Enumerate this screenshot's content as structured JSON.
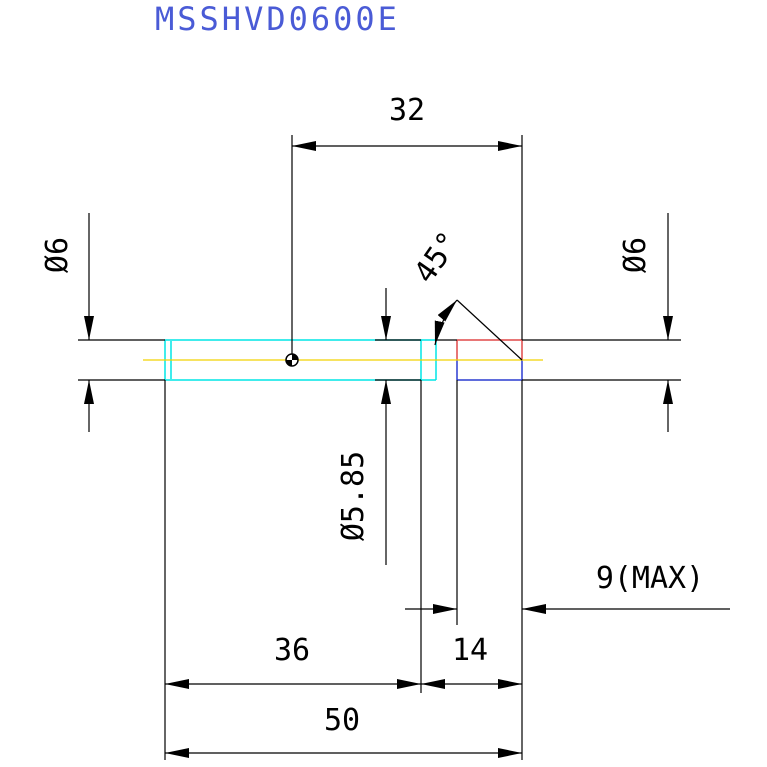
{
  "title": "MSSHVD0600E",
  "dimensions": {
    "top_length": "32",
    "left_diameter": "Ø6",
    "right_diameter": "Ø6",
    "angle": "45°",
    "tip_diameter": "Ø5.85",
    "max_note": "9(MAX)",
    "length_36": "36",
    "length_14": "14",
    "overall_length": "50"
  },
  "colors": {
    "title": "#4a5bd6",
    "dimension_lines": "#000000",
    "shank_outline": "#00e5e5",
    "centerline": "#f2d200",
    "tip_top": "#e04848",
    "tip_bottom": "#2a3bd0"
  }
}
